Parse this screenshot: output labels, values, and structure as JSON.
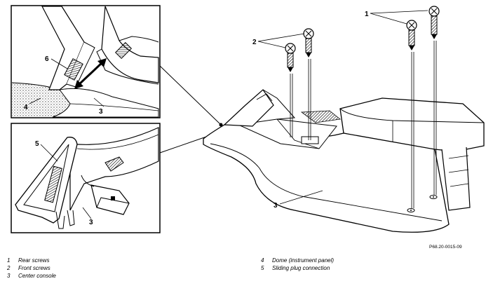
{
  "callouts": {
    "main": {
      "rear_screws": "1",
      "front_screws": "2",
      "center_console": "3"
    },
    "detail_top": {
      "dome": "4",
      "rear_screws": "6",
      "center_console": "3"
    },
    "detail_bottom": {
      "sliding_plug": "5",
      "center_console": "3"
    }
  },
  "figure_code": "P68.20-0015-09",
  "legend": {
    "left": [
      {
        "num": "1",
        "label": "Rear screws"
      },
      {
        "num": "2",
        "label": "Front screws"
      },
      {
        "num": "3",
        "label": "Center console"
      }
    ],
    "right": [
      {
        "num": "4",
        "label": "Dome (instrument panel)"
      },
      {
        "num": "5",
        "label": "Sliding plug connection"
      }
    ]
  }
}
